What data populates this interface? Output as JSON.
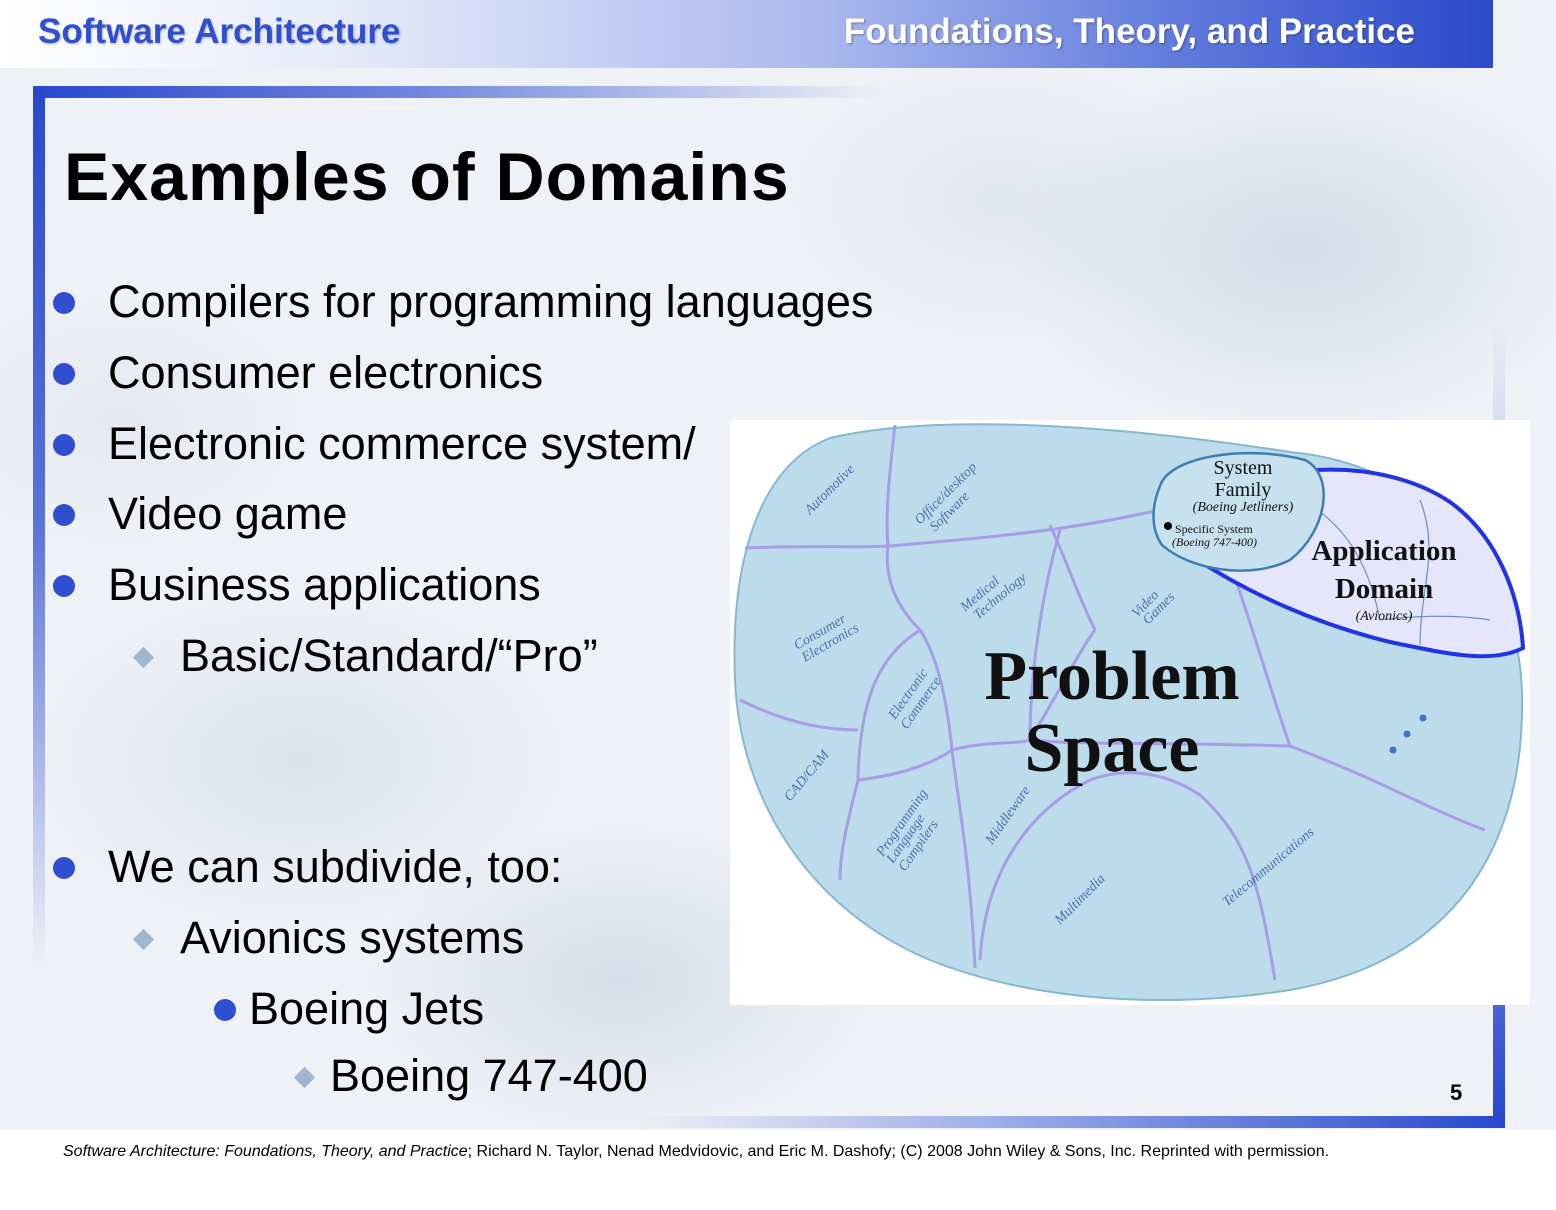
{
  "header": {
    "left_title": "Software Architecture",
    "right_title": "Foundations, Theory, and Practice"
  },
  "slide": {
    "title": "Examples of Domains",
    "page_number": "5"
  },
  "bullets": [
    {
      "level": 1,
      "text": "Compilers for programming languages"
    },
    {
      "level": 1,
      "text": "Consumer electronics"
    },
    {
      "level": 1,
      "text": "Electronic commerce system/"
    },
    {
      "level": 1,
      "text": "Video game"
    },
    {
      "level": 1,
      "text": "Business applications"
    },
    {
      "level": 2,
      "text": "Basic/Standard/“Pro”"
    },
    {
      "level": 1,
      "text": "We can subdivide, too:"
    },
    {
      "level": 2,
      "text": "Avionics systems"
    },
    {
      "level": 3,
      "text": "Boeing Jets"
    },
    {
      "level": 4,
      "text": "Boeing 747-400"
    }
  ],
  "diagram": {
    "main_label_line1": "Problem",
    "main_label_line2": "Space",
    "regions": {
      "automotive": "Automotive",
      "office": "Office/desktop",
      "office2": "Software",
      "consumer1": "Consumer",
      "consumer2": "Electronics",
      "medical1": "Medical",
      "medical2": "Technology",
      "video1": "Video",
      "video2": "Games",
      "ecommerce1": "Electronic",
      "ecommerce2": "Commerce",
      "cadcam": "CAD/CAM",
      "middleware": "Middleware",
      "prog1": "Programming",
      "prog2": "Language",
      "prog3": "Compilers",
      "multimedia": "Multimedia",
      "telecom": "Telecommunications"
    },
    "system_family": "System",
    "system_family2": "Family",
    "system_family_sub": "(Boeing Jetliners)",
    "specific_system": "Specific System",
    "specific_system_sub": "(Boeing 747-400)",
    "app_domain1": "Application",
    "app_domain2": "Domain",
    "app_domain_sub": "(Avionics)",
    "colors": {
      "fill": "#bcdcec",
      "region_line": "#a89ce6",
      "outline": "#87b7cf",
      "app_domain_fill": "#e5e5fb",
      "app_domain_line": "#2134e0",
      "label_text": "#4b6fae"
    }
  },
  "footer": {
    "italic": "Software Architecture: Foundations, Theory, and Practice",
    "rest": "; Richard N. Taylor, Nenad Medvidovic, and Eric M. Dashofy; (C) 2008 John Wiley & Sons, Inc. Reprinted with permission."
  }
}
